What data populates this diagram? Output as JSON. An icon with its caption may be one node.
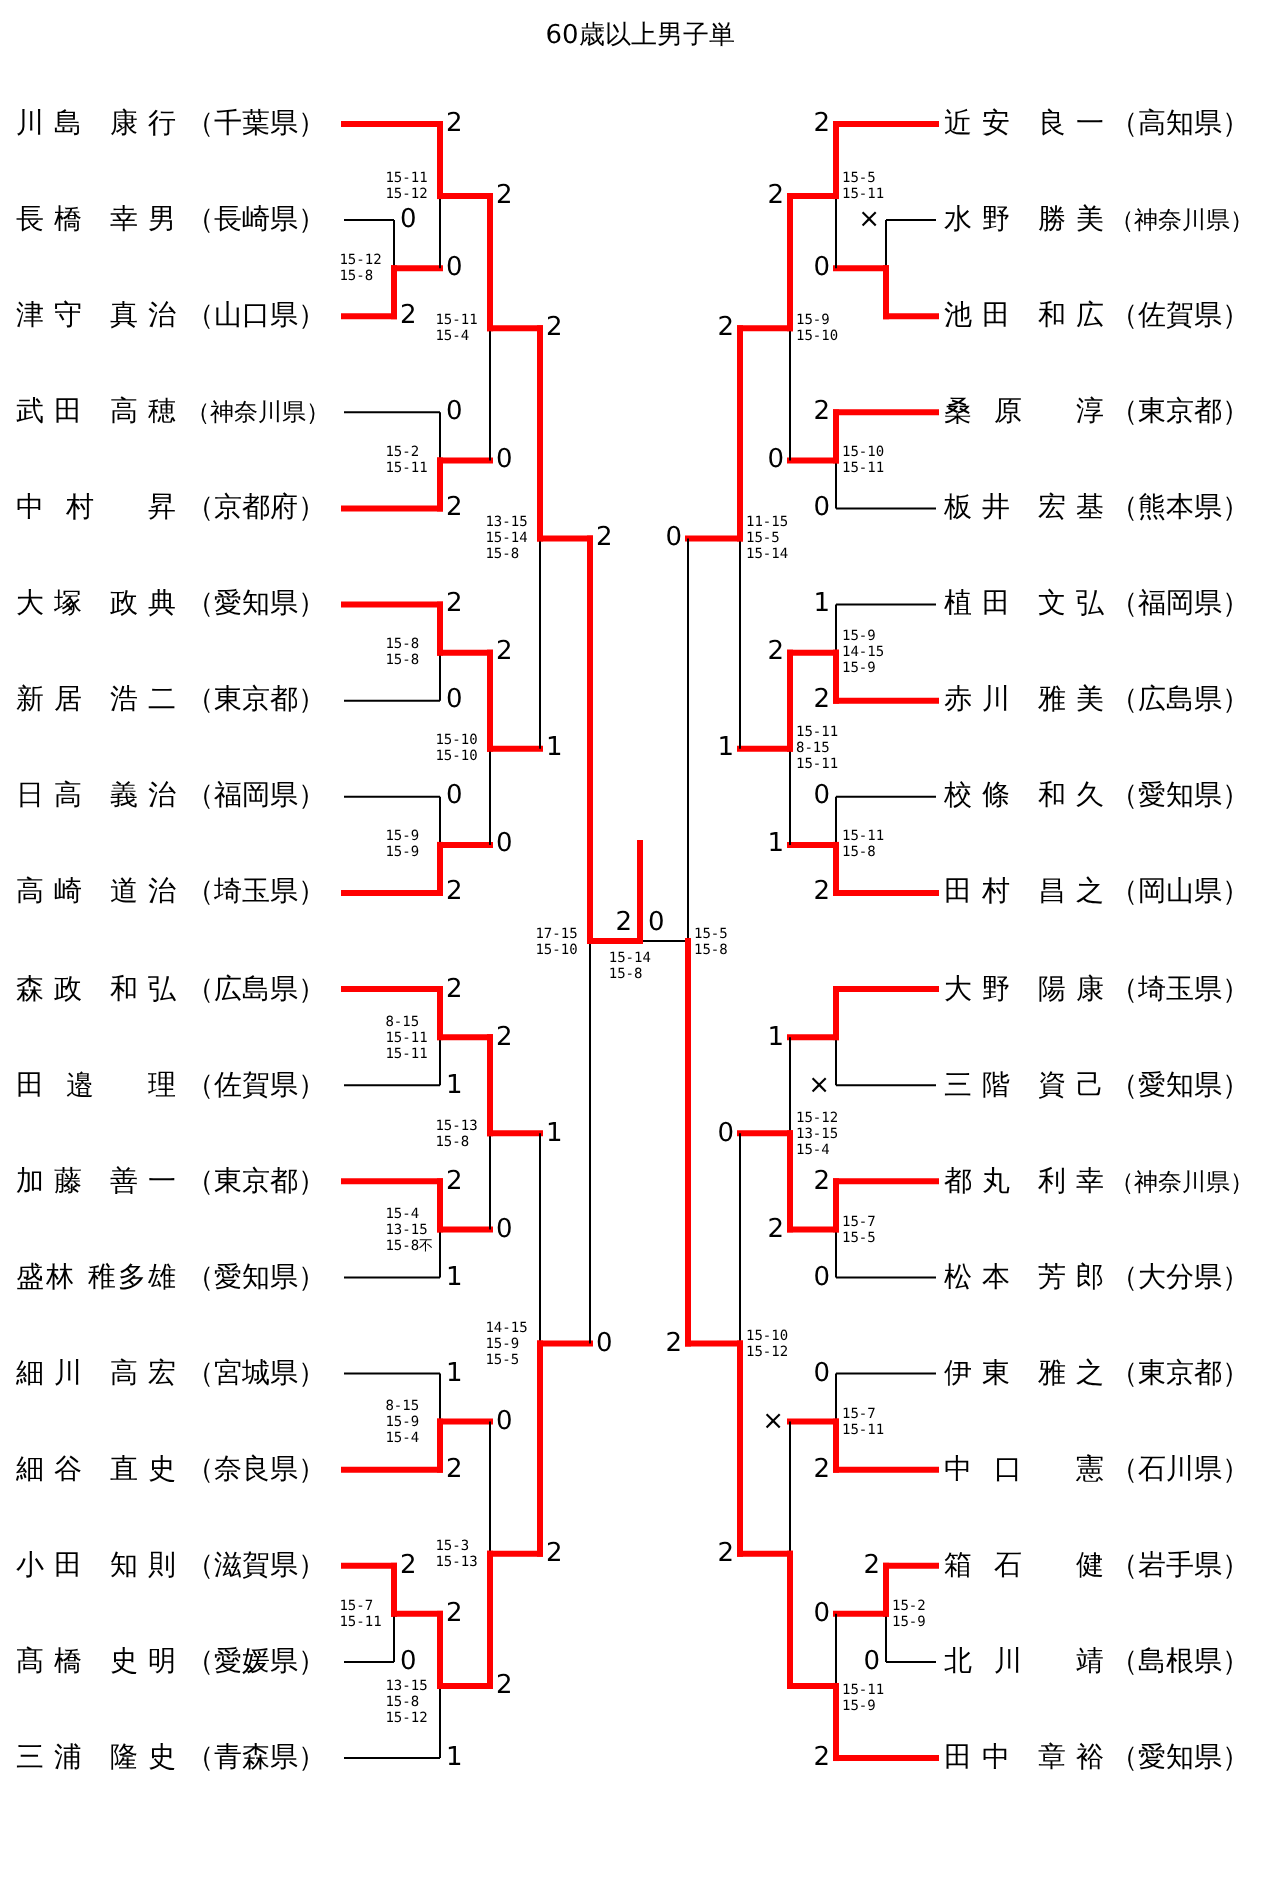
{
  "diagram": {
    "title": "60歳以上男子単",
    "labels": [
      "川島 康行",
      "（千葉県）",
      "長橋 幸男",
      "（長崎県）",
      "津守 真治",
      "（山口県）",
      "武田 高穂",
      "（神奈川県）",
      "中村 昇",
      "（京都府）",
      "大塚 政典",
      "（愛知県）",
      "新居 浩二",
      "（東京都）",
      "日高 義治",
      "（福岡県）",
      "高崎 道治",
      "（埼玉県）",
      "森政 和弘",
      "（広島県）",
      "田邉 理",
      "（佐賀県）",
      "加藤 善一",
      "（東京都）",
      "盛林 稚多雄",
      "（愛知県）",
      "細川 高宏",
      "（宮城県）",
      "細谷 直史",
      "（奈良県）",
      "小田 知則",
      "（滋賀県）",
      "髙橋 史明",
      "（愛媛県）",
      "三浦 隆史",
      "（青森県）",
      "近安 良一",
      "（高知県）",
      "水野 勝美",
      "（神奈川県）",
      "池田 和広",
      "（佐賀県）",
      "桑原 淳",
      "（東京都）",
      "板井 宏基",
      "（熊本県）",
      "植田 文弘",
      "（福岡県）",
      "赤川 雅美",
      "（広島県）",
      "校條 和久",
      "（愛知県）",
      "田村 昌之",
      "（岡山県）",
      "大野 陽康",
      "（埼玉県）",
      "三階 資己",
      "（愛知県）",
      "都丸 利幸",
      "（神奈川県）",
      "松本 芳郎",
      "（大分県）",
      "伊東 雅之",
      "（東京都）",
      "中口 憲",
      "（石川県）",
      "箱石 健",
      "（岩手県）",
      "北川 靖",
      "（島根県）",
      "田中 章裕",
      "（愛知県）",
      "0",
      "2",
      "15-12 15-8",
      "2",
      "0",
      "15-11 15-12",
      "0",
      "2",
      "15-2 15-11",
      "2",
      "0",
      "15-11 15-4",
      "2",
      "0",
      "15-8 15-8",
      "0",
      "2",
      "15-9 15-9",
      "2",
      "0",
      "15-10 15-10",
      "2",
      "1",
      "13-15 15-14 15-8",
      "2",
      "1",
      "8-15 15-11 15-11",
      "2",
      "1",
      "15-4 13-15 15-8不",
      "2",
      "0",
      "15-13 15-8",
      "1",
      "2",
      "8-15 15-9 15-4",
      "2",
      "0",
      "15-7 15-11",
      "2",
      "1",
      "13-15 15-8 15-12",
      "0",
      "2",
      "15-3 15-13",
      "1",
      "2",
      "14-15 15-9 15-5",
      "2",
      "0",
      "17-15 15-10",
      "2",
      "0",
      "15-14 15-8",
      "×",
      "15-5 15-11",
      "2",
      "0",
      "15-10 15-11",
      "2",
      "0",
      "15-9 15-10",
      "2",
      "0",
      "15-9 14-15 15-9",
      "1",
      "2",
      "15-11 15-8",
      "0",
      "2",
      "15-11 8-15 15-11",
      "2",
      "1",
      "11-15 15-5 15-14",
      "2",
      "1",
      "×",
      "15-7 15-5",
      "2",
      "0",
      "15-12 13-15 15-4",
      "1",
      "2",
      "15-7 15-11",
      "0",
      "2",
      "15-2 15-9",
      "2",
      "0",
      "15-11 15-9",
      "0",
      "2",
      "×",
      "15-10 15-12",
      "0",
      "2",
      "15-5 15-8",
      "0",
      "2"
    ]
  }
}
